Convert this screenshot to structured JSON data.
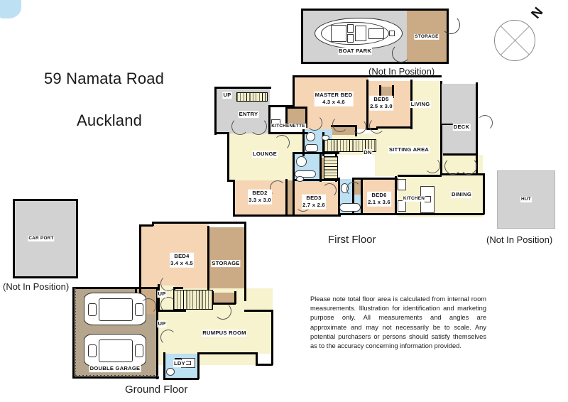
{
  "header": {
    "address_line1": "59 Namata Road",
    "address_line2": "Auckland"
  },
  "floor_labels": {
    "first": "First Floor",
    "ground": "Ground Floor"
  },
  "not_in_position_label": "(Not In Position)",
  "not_in_position_markers": [
    {
      "id": "boat-park",
      "label": "(Not In Position)"
    },
    {
      "id": "car-port",
      "label": "(Not In Position)"
    },
    {
      "id": "hut",
      "label": "(Not In Position)"
    }
  ],
  "compass": {
    "north_label": "N",
    "icon": "compass-rose-icon"
  },
  "disclaimer": "Please note total floor area is calculated from internal room measurements.   Illustration for identification and marketing purpose only.   All measurements and angles are approximate and may not necessarily be to scale.  Any potential purchasers or persons should satisfy themselves as to the accuracy concerning information provided.",
  "detached_structures": [
    {
      "name": "boat-park",
      "label": "BOAT PARK",
      "fill": "#d2d2d2"
    },
    {
      "name": "boat-park-storage",
      "label": "STORAGE",
      "fill": "#cbab85"
    },
    {
      "name": "car-port",
      "label": "CAR PORT",
      "fill": "#d2d2d2"
    },
    {
      "name": "hut",
      "label": "HUT",
      "fill": "#d2d2d2"
    }
  ],
  "first_floor": {
    "name": "First Floor",
    "rooms": [
      {
        "name": "entry",
        "label": "ENTRY",
        "dims": "",
        "fill": "#d2d2d2"
      },
      {
        "name": "up-stairs-entry",
        "label": "UP",
        "dims": "",
        "fill": "#f2eec8"
      },
      {
        "name": "kitchenette",
        "label": "KITCHENETTE",
        "dims": "",
        "fill": "#ffffff"
      },
      {
        "name": "lounge",
        "label": "LOUNGE",
        "dims": "",
        "fill": "#f7f3cf"
      },
      {
        "name": "master-bed",
        "label": "MASTER BED",
        "dims": "4.3 x 4.6",
        "fill": "#f6d5b4"
      },
      {
        "name": "bed5",
        "label": "BED5",
        "dims": "2.5 x 3.0",
        "fill": "#f6d5b4"
      },
      {
        "name": "living",
        "label": "LIVING",
        "dims": "",
        "fill": "#f7f3cf"
      },
      {
        "name": "deck",
        "label": "DECK",
        "dims": "",
        "fill": "#d2d2d2"
      },
      {
        "name": "sitting-area",
        "label": "SITTING AREA",
        "dims": "",
        "fill": "#f7f3cf"
      },
      {
        "name": "down-stairs",
        "label": "DN",
        "dims": "",
        "fill": "#f2eec8"
      },
      {
        "name": "bed2",
        "label": "BED2",
        "dims": "3.3 x 3.0",
        "fill": "#f6d5b4"
      },
      {
        "name": "bed3",
        "label": "BED3",
        "dims": "2.7 x 2.6",
        "fill": "#f6d5b4"
      },
      {
        "name": "bed6",
        "label": "BED6",
        "dims": "2.1 x 3.6",
        "fill": "#f6d5b4"
      },
      {
        "name": "kitchen",
        "label": "KITCHEN",
        "dims": "",
        "fill": "#f7f3cf"
      },
      {
        "name": "dining",
        "label": "DINING",
        "dims": "",
        "fill": "#f7f3cf"
      }
    ]
  },
  "ground_floor": {
    "name": "Ground Floor",
    "rooms": [
      {
        "name": "bed4",
        "label": "BED4",
        "dims": "3.4 x 4.5",
        "fill": "#f6d5b4"
      },
      {
        "name": "storage",
        "label": "STORAGE",
        "dims": "",
        "fill": "#cbab85"
      },
      {
        "name": "up-stairs-upper",
        "label": "UP",
        "dims": "",
        "fill": "#f2eec8"
      },
      {
        "name": "up-stairs-lower",
        "label": "UP",
        "dims": "",
        "fill": "#f2eec8"
      },
      {
        "name": "rumpus-room",
        "label": "RUMPUS ROOM",
        "dims": "",
        "fill": "#f7f3cf"
      },
      {
        "name": "laundry",
        "label": "LDY",
        "dims": "",
        "fill": "#bde0f2"
      },
      {
        "name": "double-garage",
        "label": "DOUBLE GARAGE",
        "dims": "",
        "fill": "#b5a58c"
      }
    ]
  },
  "colors": {
    "bedroom": "#f6d5b4",
    "living": "#f7f3cf",
    "storage": "#cbab85",
    "utility": "#d2d2d2",
    "wet_area": "#bde0f2",
    "garage": "#b5a58c",
    "wall": "#000000"
  }
}
